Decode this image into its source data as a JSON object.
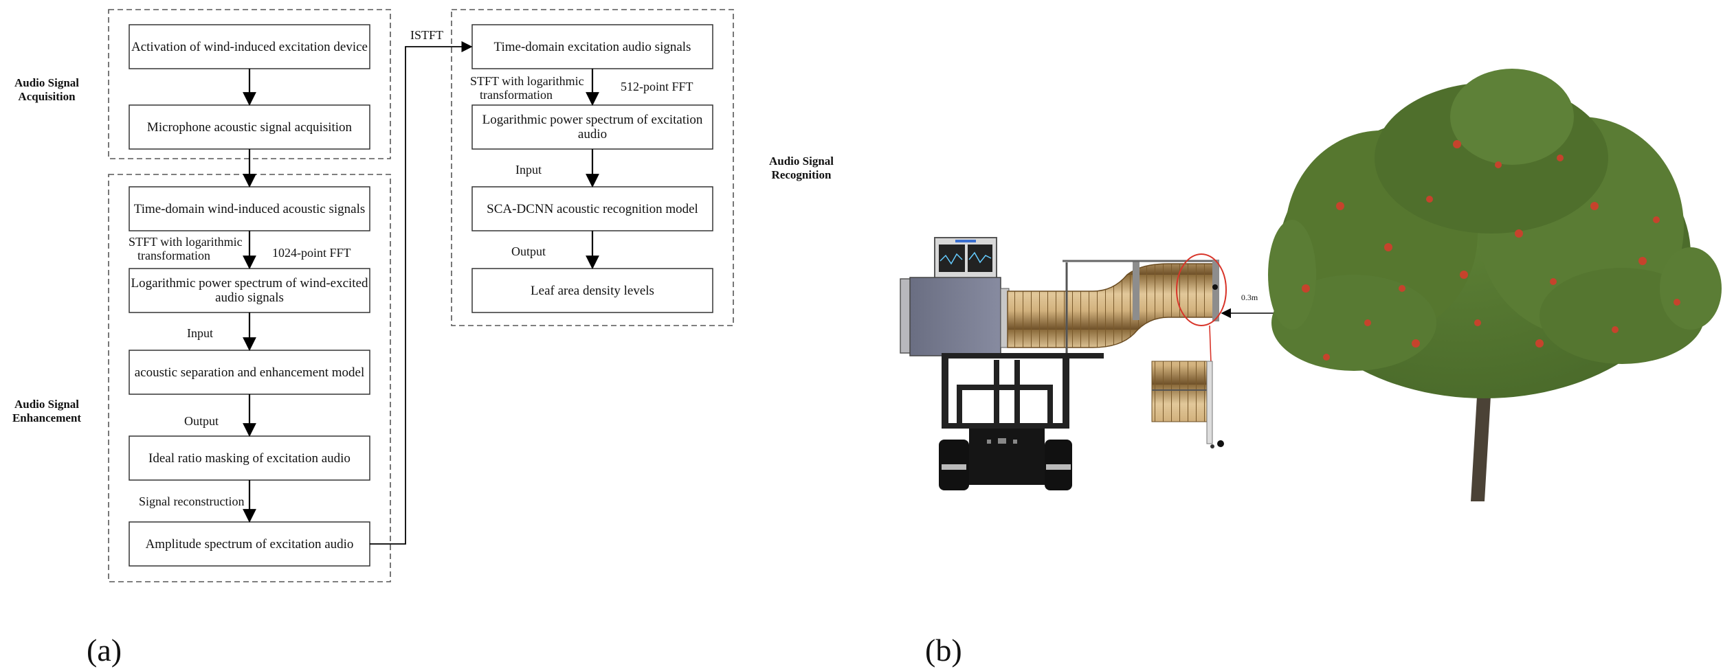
{
  "panel_a": {
    "label": "(a)",
    "sections": {
      "acquisition": "Audio Signal Acquisition",
      "enhancement": "Audio Signal Enhancement",
      "recognition": "Audio Signal Recognition"
    },
    "nodes": {
      "activation": "Activation of wind-induced excitation device",
      "microphone": "Microphone acoustic signal acquisition",
      "time_domain_wind": "Time-domain wind-induced acoustic signals",
      "log_power_wind": "Logarithmic power spectrum of wind-excited audio signals",
      "separation_model": "acoustic separation and enhancement model",
      "ideal_ratio": "Ideal ratio masking of excitation audio",
      "amplitude": "Amplitude spectrum of excitation audio",
      "time_domain_excitation": "Time-domain excitation audio signals",
      "log_power_excitation": "Logarithmic power spectrum of excitation audio",
      "sca_dcnn": "SCA-DCNN acoustic recognition model",
      "leaf_density": "Leaf area density levels"
    },
    "edge_labels": {
      "stft_1": "STFT with logarithmic transformation",
      "fft_1024": "1024-point FFT",
      "input_1": "Input",
      "output_1": "Output",
      "signal_reconstruction": "Signal reconstruction",
      "istft": "ISTFT",
      "stft_2": "STFT with logarithmic transformation",
      "fft_512": "512-point FFT",
      "input_2": "Input",
      "output_2": "Output"
    }
  },
  "panel_b": {
    "label": "(b)",
    "distance_label": "0.3m"
  }
}
